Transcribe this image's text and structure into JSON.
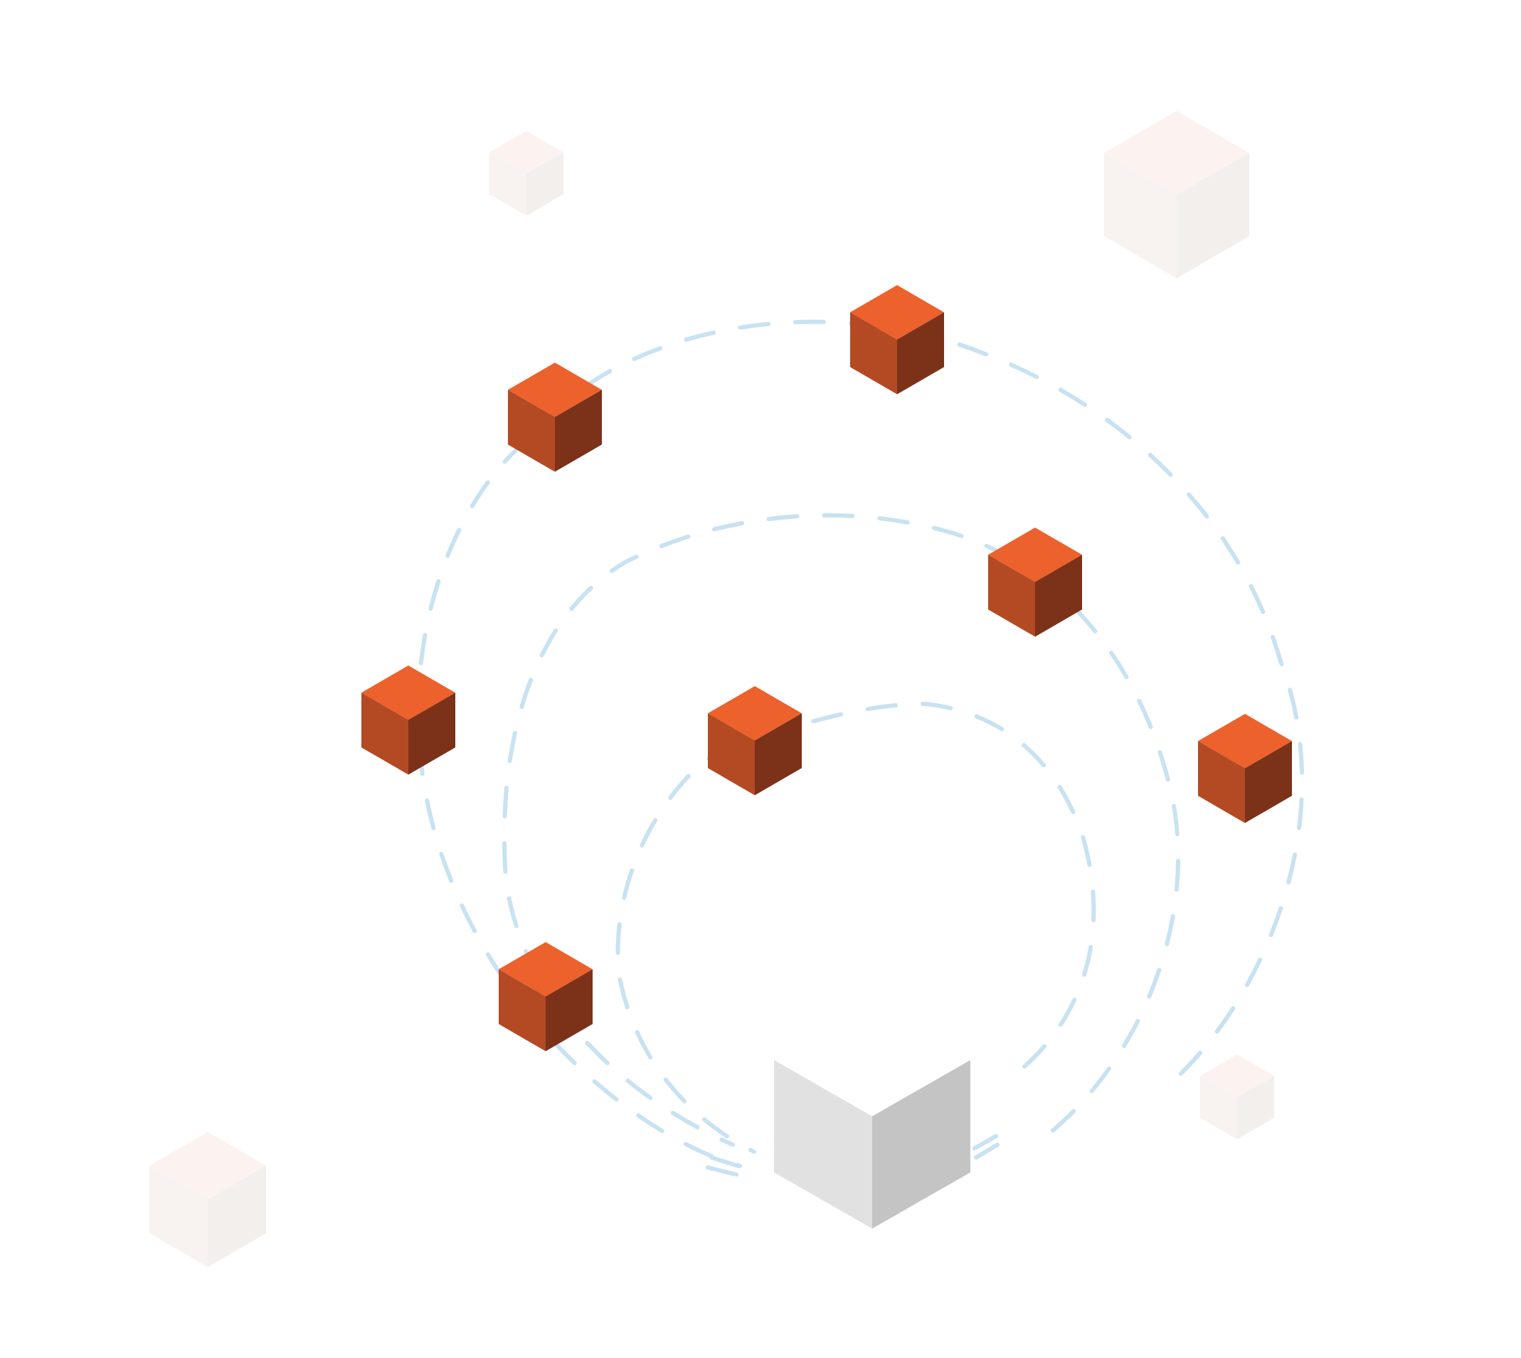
{
  "colors": {
    "background": "#ffffff",
    "orbit_stroke": "#c9e2f1",
    "cube_top": "#ed612c",
    "cube_left": "#b34a24",
    "cube_right": "#7c3119",
    "faded_top": "#fcf3f0",
    "faded_left": "#f8f2f0",
    "faded_right": "#f3efed",
    "box_left": "#e1e1e1",
    "box_right": "#c4c4c4"
  },
  "orbits": [
    {
      "name": "outer-orbit"
    },
    {
      "name": "middle-orbit"
    },
    {
      "name": "inner-orbit"
    }
  ],
  "orbiting_cubes": [
    {
      "name": "cube-outer-top"
    },
    {
      "name": "cube-outer-upper-left"
    },
    {
      "name": "cube-outer-left"
    },
    {
      "name": "cube-outer-right"
    },
    {
      "name": "cube-lower-left"
    },
    {
      "name": "cube-middle-right"
    },
    {
      "name": "cube-inner-center"
    }
  ],
  "background_cubes": [
    {
      "name": "bg-cube-top-left"
    },
    {
      "name": "bg-cube-top-right"
    },
    {
      "name": "bg-cube-bottom-left"
    },
    {
      "name": "bg-cube-bottom-right"
    }
  ],
  "center_box": {
    "name": "open-box"
  }
}
